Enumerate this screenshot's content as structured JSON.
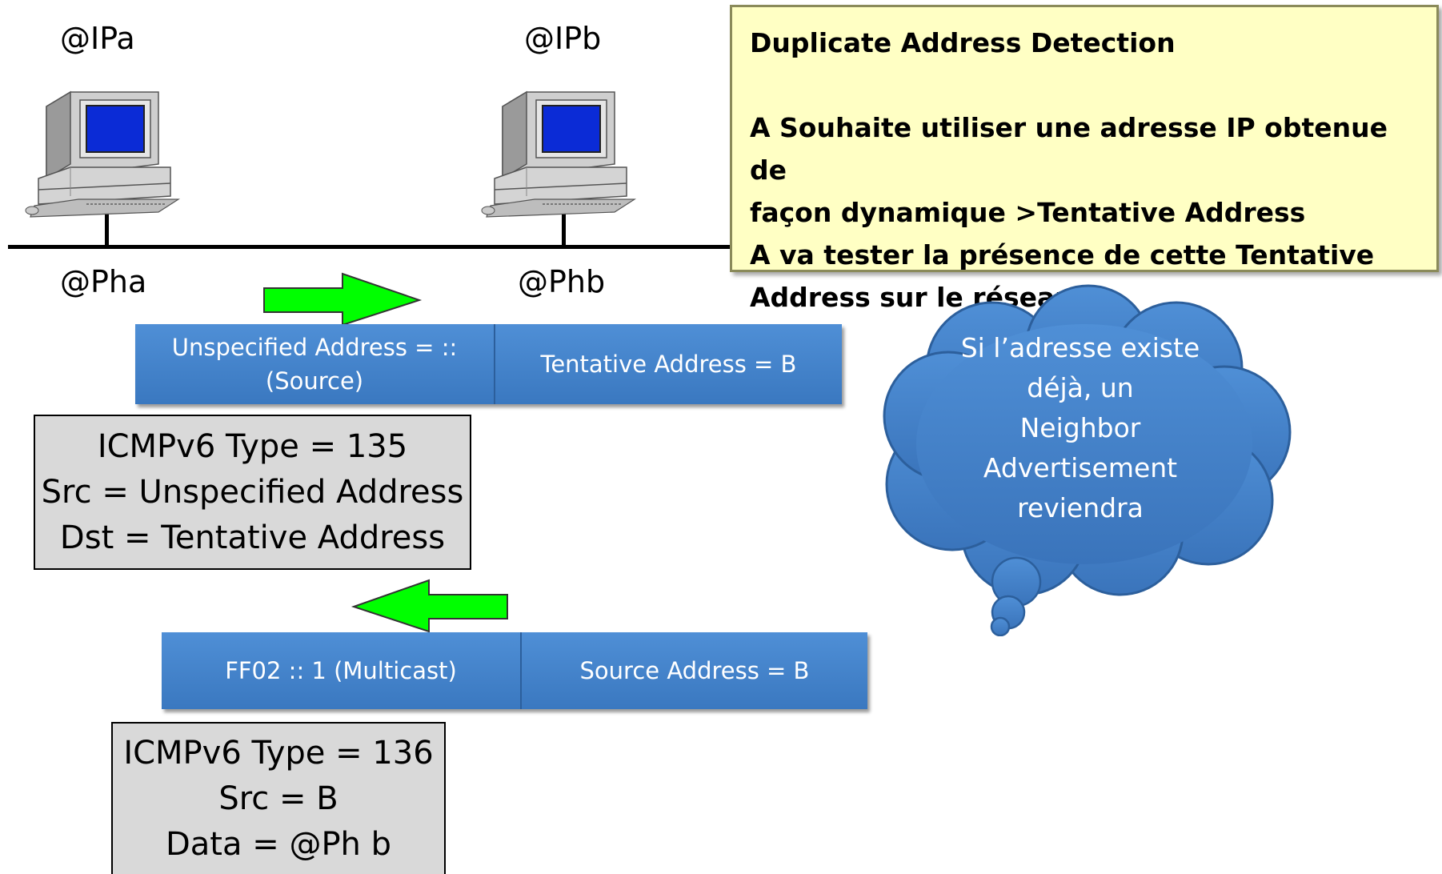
{
  "hosts": {
    "a": {
      "ip_label": "@IPa",
      "ph_label": "@Pha",
      "icon": "desktop-computer-icon"
    },
    "b": {
      "ip_label": "@IPb",
      "ph_label": "@Phb",
      "icon": "desktop-computer-icon"
    }
  },
  "note": {
    "title": "Duplicate Address Detection",
    "lines": [
      "A Souhaite utiliser une adresse IP obtenue de",
      "façon dynamique >Tentative Address",
      "A va tester la présence de cette Tentative",
      "Address sur le réseau"
    ],
    "background": "#ffffc4"
  },
  "packet_ns": {
    "cells": [
      "Unspecified Address = ::\n(Source)",
      "Tentative Address = B"
    ],
    "arrow": "green-arrow-right-icon"
  },
  "icmp_ns": {
    "lines": [
      "ICMPv6 Type = 135",
      "Src = Unspecified Address",
      "Dst = Tentative Address"
    ]
  },
  "packet_na": {
    "cells": [
      "FF02 :: 1 (Multicast)",
      "Source Address = B"
    ],
    "arrow": "green-arrow-left-icon"
  },
  "icmp_na": {
    "lines": [
      "ICMPv6 Type = 136",
      "Src = B",
      "Data = @Ph b"
    ]
  },
  "thought": {
    "lines": [
      "Si l’adresse existe",
      "déjà, un",
      "Neighbor",
      "Advertisement",
      "reviendra"
    ],
    "color": "#3f7fc7"
  },
  "colors": {
    "packet": "#4a88cf",
    "arrow": "#00ff00",
    "icmp_box": "#d9d9d9"
  }
}
